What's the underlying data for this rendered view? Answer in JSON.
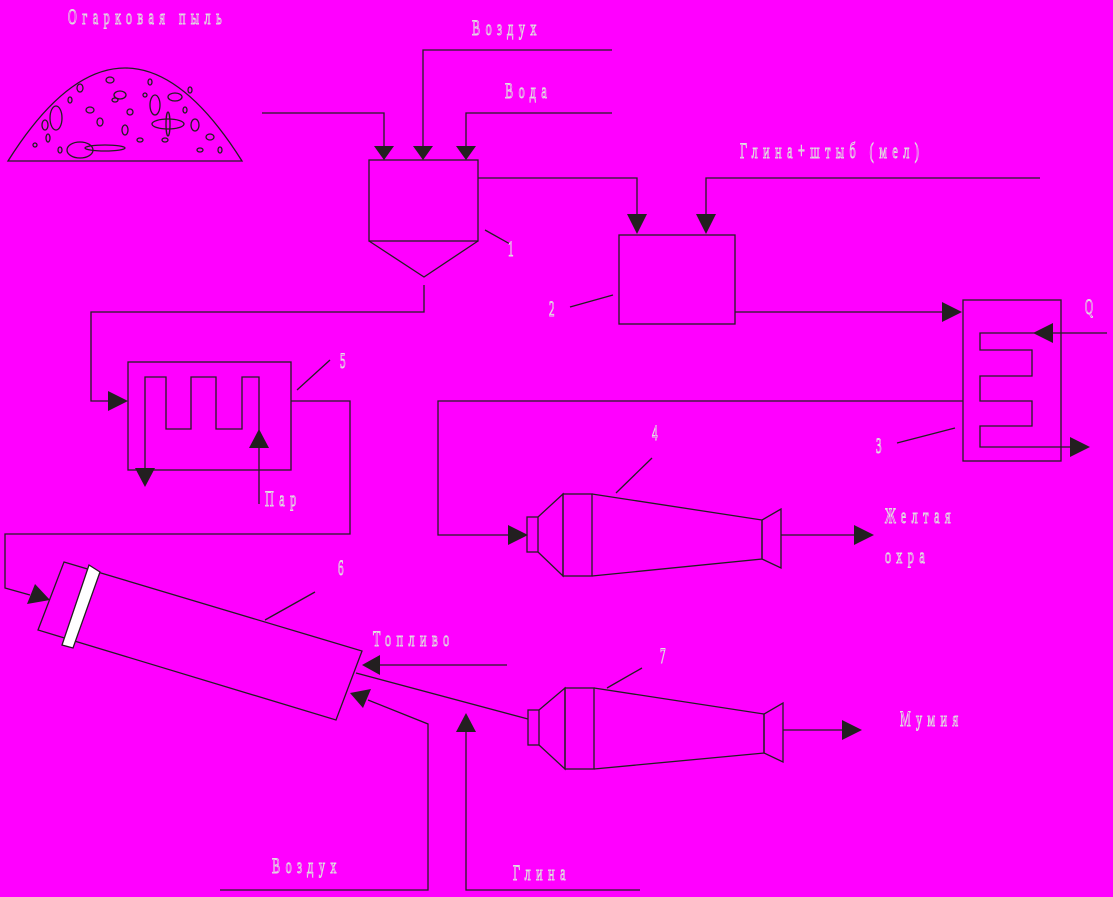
{
  "diagram": {
    "title": "Process flow diagram: production of yellow ochre and mummy pigment",
    "background_color": "#ff00ff",
    "line_color": "#231f20",
    "labels": {
      "cinder_dust": "Огарковая пыль",
      "air_top": "Воздух",
      "water": "Вода",
      "clay_chalk": "Глина+штыб (мел)",
      "heat": "Q",
      "steam": "Пар",
      "yellow_ochre_line1": "Желтая",
      "yellow_ochre_line2": "охра",
      "fuel": "Топливо",
      "mummy": "Мумия",
      "air_bottom": "Воздух",
      "clay": "Глина"
    },
    "equipment_numbers": {
      "mixer": "1",
      "mixer2": "2",
      "heat_exchanger": "3",
      "cooler_ochre": "4",
      "dryer": "5",
      "kiln": "6",
      "cooler_mummy": "7"
    },
    "nodes": [
      {
        "id": "pile",
        "label": "Огарковая пыль"
      },
      {
        "id": "1",
        "type": "hopper"
      },
      {
        "id": "2",
        "type": "mixer"
      },
      {
        "id": "3",
        "type": "coil heat exchanger"
      },
      {
        "id": "4",
        "type": "cyclone/cooler"
      },
      {
        "id": "5",
        "type": "coil dryer"
      },
      {
        "id": "6",
        "type": "rotary kiln"
      },
      {
        "id": "7",
        "type": "cyclone/cooler"
      }
    ],
    "edges": [
      {
        "from": "pile",
        "to": "1"
      },
      {
        "from": "Воздух",
        "to": "1"
      },
      {
        "from": "Вода",
        "to": "1"
      },
      {
        "from": "1",
        "to": "2"
      },
      {
        "from": "Глина+штыб (мел)",
        "to": "2"
      },
      {
        "from": "2",
        "to": "3"
      },
      {
        "from": "Q",
        "to": "3"
      },
      {
        "from": "3",
        "to": "4"
      },
      {
        "from": "4",
        "to": "Желтая охра"
      },
      {
        "from": "1",
        "to": "5"
      },
      {
        "from": "Пар",
        "to": "5"
      },
      {
        "from": "5",
        "to": "6"
      },
      {
        "from": "Топливо",
        "to": "6"
      },
      {
        "from": "Воздух",
        "to": "6"
      },
      {
        "from": "6",
        "to": "7"
      },
      {
        "from": "Глина",
        "to": "6"
      },
      {
        "from": "7",
        "to": "Мумия"
      }
    ]
  }
}
